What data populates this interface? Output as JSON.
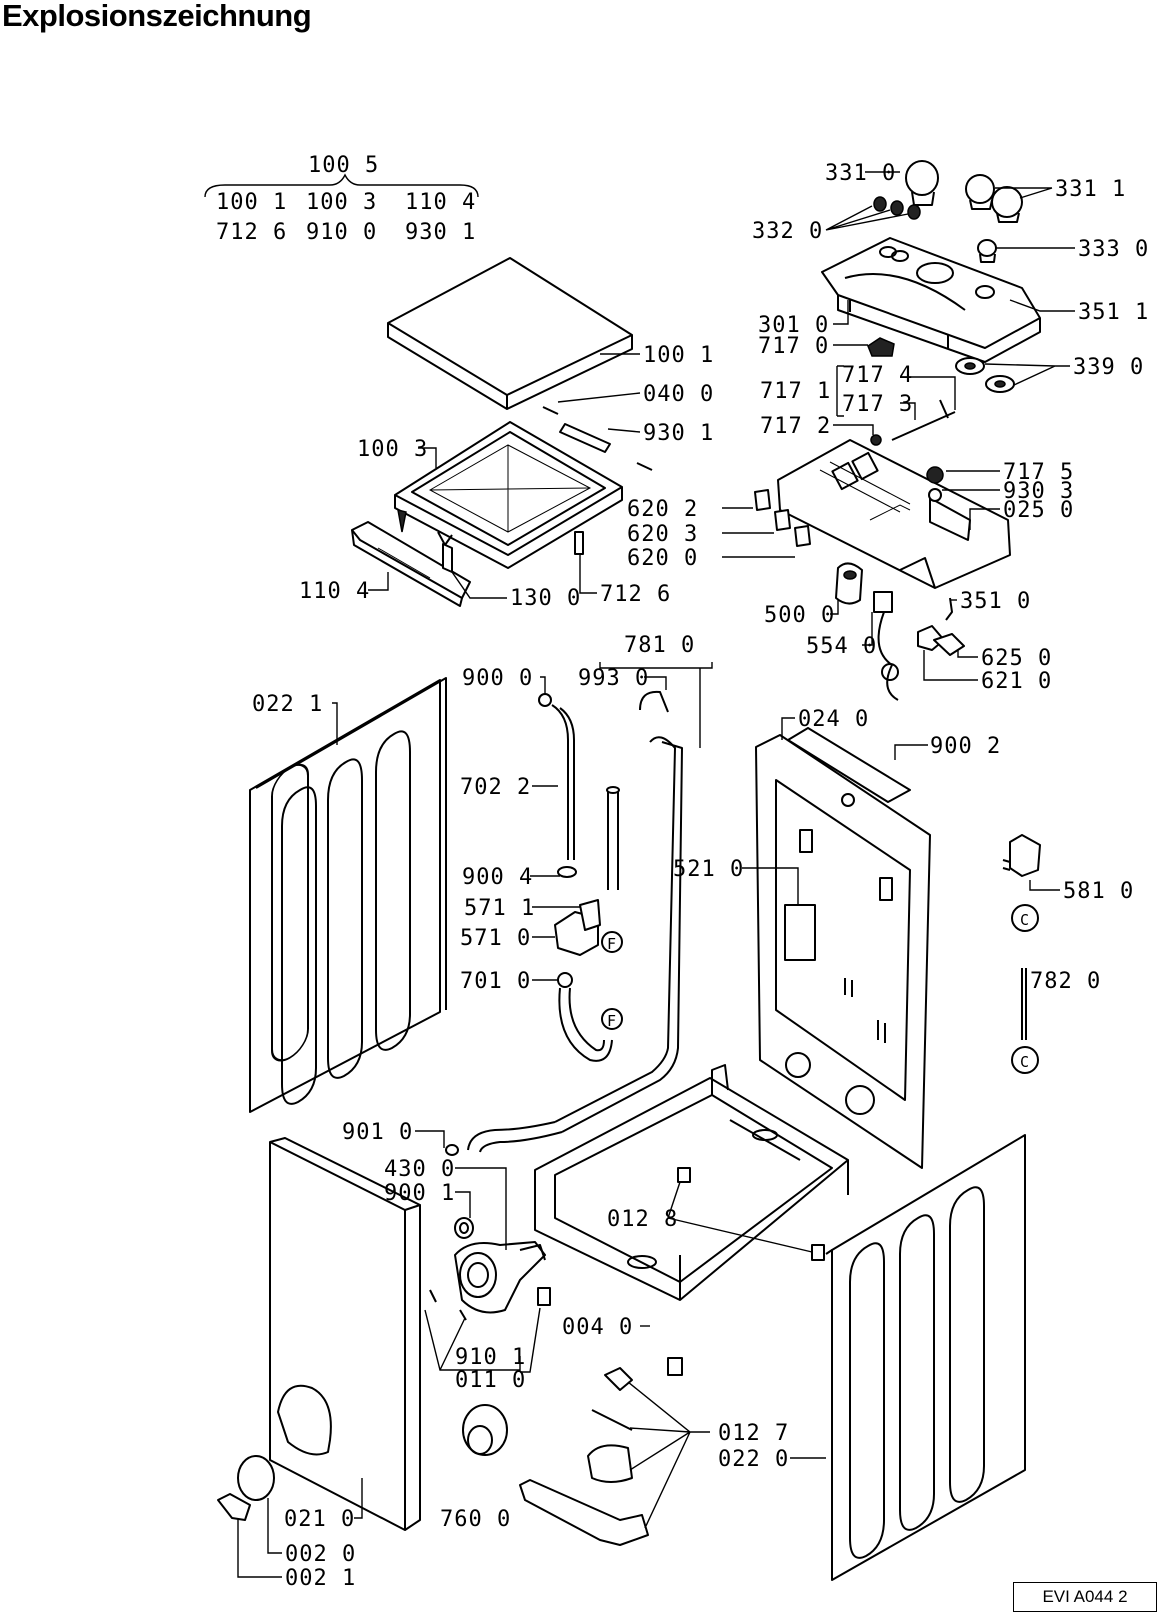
{
  "title": "Explosionszeichnung",
  "drawing_code": "EVI A044 2",
  "callouts": {
    "c_1005": "100 5",
    "c_1001a": "100 1",
    "c_1003a": "100 3",
    "c_1104a": "110 4",
    "c_7126a": "712 6",
    "c_9100": "910 0",
    "c_9301a": "930 1",
    "c_1001": "100 1",
    "c_0400": "040 0",
    "c_9301": "930 1",
    "c_1003": "100 3",
    "c_1104": "110 4",
    "c_1300": "130 0",
    "c_7126": "712 6",
    "c_3310": "331 0",
    "c_3311": "331 1",
    "c_3320": "332 0",
    "c_3330": "333 0",
    "c_3010": "301 0",
    "c_3511": "351 1",
    "c_7170": "717 0",
    "c_3390": "339 0",
    "c_7174": "717 4",
    "c_7171": "717 1",
    "c_7173": "717 3",
    "c_7172": "717 2",
    "c_7175": "717 5",
    "c_9303": "930 3",
    "c_0250": "025 0",
    "c_6202": "620 2",
    "c_6203": "620 3",
    "c_6200": "620 0",
    "c_5000": "500 0",
    "c_5540": "554 0",
    "c_3510": "351 0",
    "c_6250": "625 0",
    "c_6210": "621 0",
    "c_7810": "781 0",
    "c_9000": "900 0",
    "c_9930": "993 0",
    "c_0221": "022 1",
    "c_7022": "702 2",
    "c_9004": "900 4",
    "c_5711": "571 1",
    "c_5710": "571 0",
    "c_7010": "701 0",
    "c_0240": "024 0",
    "c_9002": "900 2",
    "c_5210": "521 0",
    "c_5810": "581 0",
    "c_7820": "782 0",
    "c_9010": "901 0",
    "c_4300": "430 0",
    "c_9001": "900 1",
    "c_0128": "012 8",
    "c_0040": "004 0",
    "c_9101": "910 1",
    "c_0110": "011 0",
    "c_0127": "012 7",
    "c_0220": "022 0",
    "c_0210": "021 0",
    "c_7600": "760 0",
    "c_0020": "002 0",
    "c_0021": "002 1"
  },
  "markers": {
    "f_upper": "F",
    "f_lower": "F",
    "c_upper": "C",
    "c_lower": "C"
  }
}
